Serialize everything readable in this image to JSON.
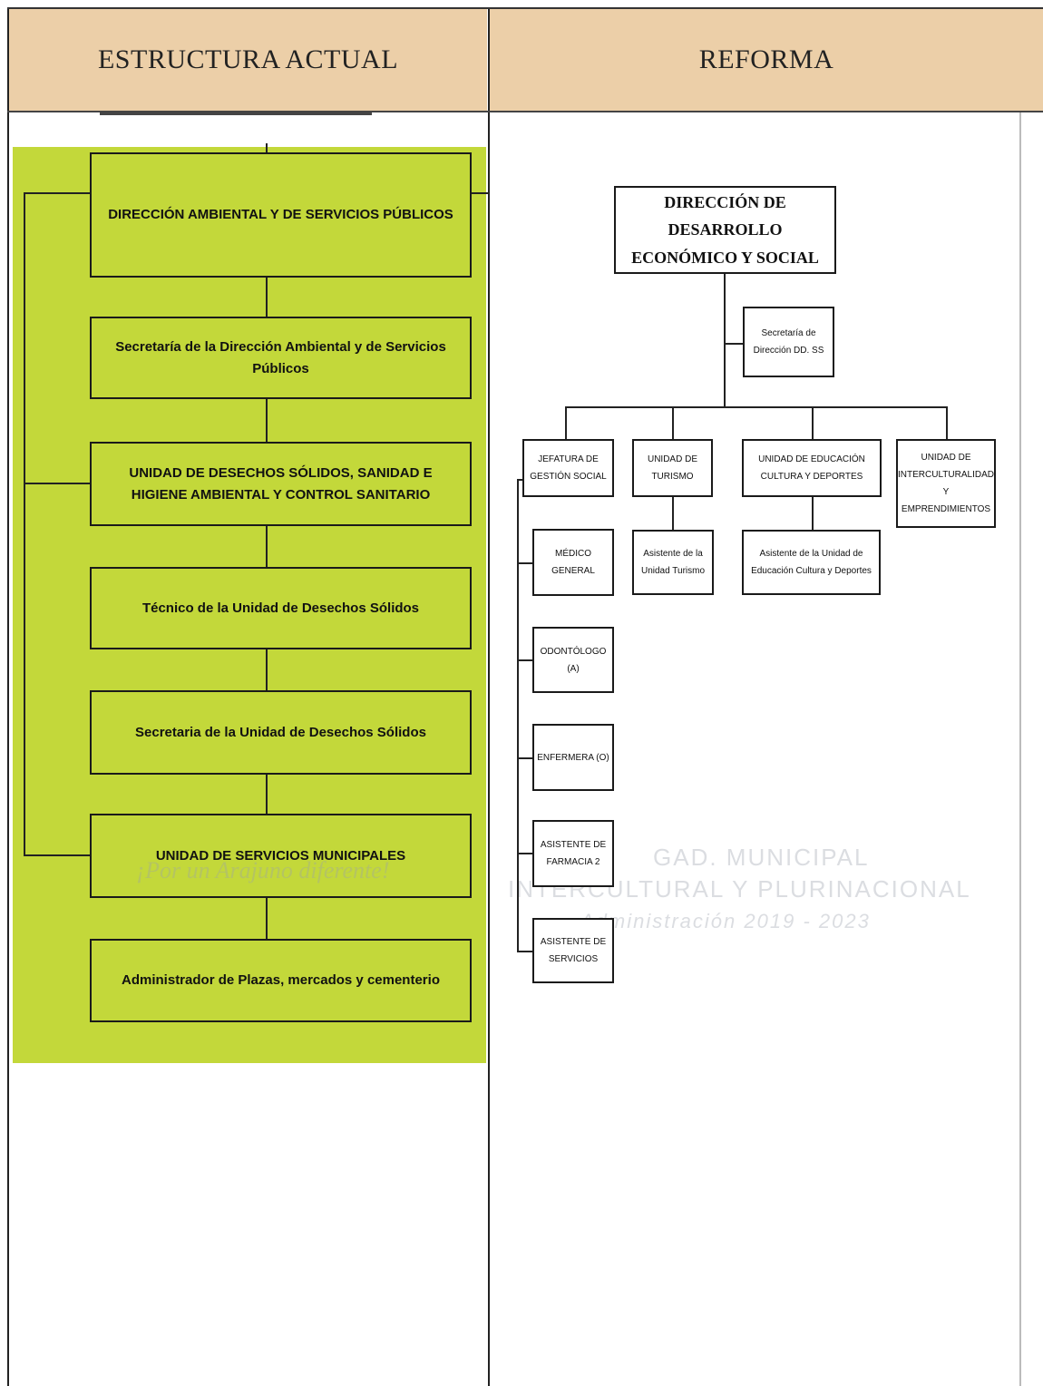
{
  "header": {
    "left_title": "ESTRUCTURA ACTUAL",
    "right_title": "REFORMA"
  },
  "current_structure": {
    "boxes": [
      "DIRECCIÓN AMBIENTAL Y DE SERVICIOS PÚBLICOS",
      "Secretaría de la Dirección Ambiental y de Servicios Públicos",
      "UNIDAD DE DESECHOS SÓLIDOS, SANIDAD E HIGIENE AMBIENTAL Y CONTROL SANITARIO",
      "Técnico de la Unidad de Desechos Sólidos",
      "Secretaria de la Unidad de Desechos Sólidos",
      "UNIDAD DE SERVICIOS MUNICIPALES",
      "Administrador de Plazas, mercados y cementerio"
    ],
    "fill_color": "#c3d83a"
  },
  "reform_structure": {
    "title": "DIRECCIÓN DE DESARROLLO ECONÓMICO Y SOCIAL",
    "secretary": "Secretaría de Dirección DD. SS",
    "units": [
      "JEFATURA DE GESTIÓN SOCIAL",
      "UNIDAD DE TURISMO",
      "UNIDAD DE EDUCACIÓN CULTURA Y DEPORTES",
      "UNIDAD DE INTERCULTURALIDAD Y EMPRENDIMIENTOS"
    ],
    "social_staff": [
      "MÉDICO GENERAL",
      "ODONTÓLOGO (A)",
      "ENFERMERA (O)",
      "ASISTENTE DE FARMACIA 2",
      "ASISTENTE DE SERVICIOS"
    ],
    "tourism_assistant": "Asistente de la Unidad Turismo",
    "education_assistant": "Asistente de la Unidad de Educación Cultura y Deportes"
  },
  "watermark": {
    "slogan": "¡Por un Arajuno diferente!",
    "line1": "GAD. MUNICIPAL",
    "line2": "INTERCULTURAL Y PLURINACIONAL",
    "line3": "Administración 2019 - 2023"
  }
}
